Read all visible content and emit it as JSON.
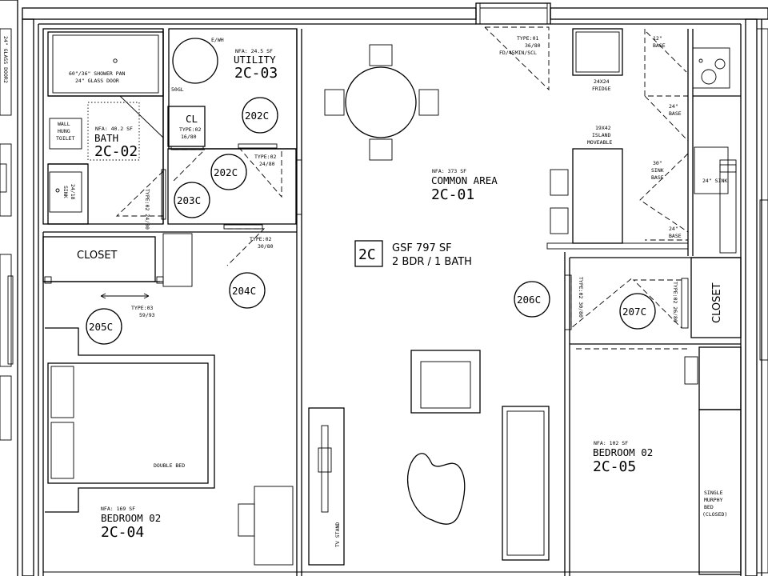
{
  "plan": {
    "unit_tag": "2C",
    "gsf": "GSF 797 SF",
    "bedrooms_baths": "2 BDR / 1 BATH"
  },
  "rooms": {
    "common": {
      "nfa": "NFA: 373 SF",
      "name": "COMMON AREA",
      "number": "2C-01"
    },
    "bath": {
      "nfa": "NFA: 40.2 SF",
      "name": "BATH",
      "number": "2C-02"
    },
    "utility": {
      "nfa": "NFA: 24.5 SF",
      "name": "UTILITY",
      "number": "2C-03"
    },
    "bedroom_a": {
      "nfa": "NFA: 169 SF",
      "name": "BEDROOM 02",
      "number": "2C-04"
    },
    "bedroom_b": {
      "nfa": "NFA: 102 SF",
      "name": "BEDROOM 02",
      "number": "2C-05"
    },
    "closet_a": "CLOSET",
    "closet_b": "CLOSET",
    "closet_small": "CL"
  },
  "doors": {
    "d202a": "202C",
    "d202b": "202C",
    "d203": "203C",
    "d204": "204C",
    "d205": "205C",
    "d206": "206C",
    "d207": "207C"
  },
  "door_types": {
    "entry_type": "TYPE:01",
    "entry_size": "36/80",
    "entry_rating": "FD/45MIN/SCL",
    "cl_type": "TYPE:02",
    "cl_size": "16/80",
    "util_type": "TYPE:02",
    "util_size": "24/80",
    "bath_side": "TYPE:02 24/80",
    "bed_type": "TYPE:02",
    "bed_size": "30/80",
    "closet_type": "TYPE:03",
    "closet_size": "59/93",
    "bed2_side": "TYPE:02 30/80",
    "closet2_side": "TYPE:02 26/80"
  },
  "fixtures": {
    "shower_line1": "60\"/36\" SHOWER PAN",
    "shower_line2": "24\" GLASS DOOR",
    "toilet_1": "WALL",
    "toilet_2": "HUNG",
    "toilet_3": "TOILET",
    "sink_1": "SINK",
    "sink_2": "24/18",
    "ewh": "E/WH",
    "tank": "50GL",
    "fridge_1": "24X24",
    "fridge_2": "FRIDGE",
    "island_1": "19X42",
    "island_2": "ISLAND",
    "island_3": "MOVEABLE",
    "base12_1": "12\"",
    "base12_2": "BASE",
    "base24a_1": "24\"",
    "base24a_2": "BASE",
    "sinkbase_1": "30\"",
    "sinkbase_2": "SINK",
    "sinkbase_3": "BASE",
    "sink24": "24\" SINK",
    "base24b_1": "24\"",
    "base24b_2": "BASE",
    "double_bed": "DOUBLE BED",
    "tv_stand": "TV STAND",
    "murphy_1": "SINGLE",
    "murphy_2": "MURPHY",
    "murphy_3": "BED",
    "murphy_4": "(CLOSED)",
    "left_glass_door": "24\" GLASS DOOR"
  }
}
